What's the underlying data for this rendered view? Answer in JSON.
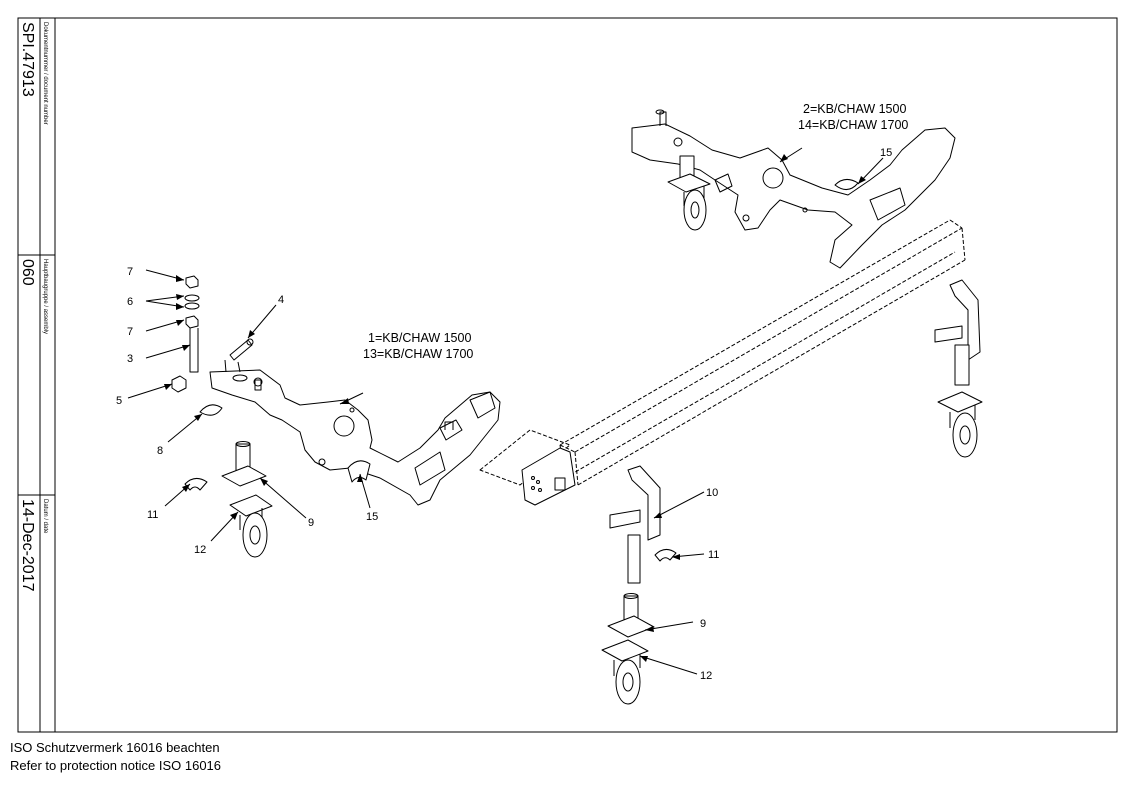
{
  "title_block": {
    "document_number_label": "Dokumentnummer / document number",
    "document_number": "SPI.47913",
    "assembly_label": "Hauptbaugruppe / assembly",
    "assembly": "060",
    "date_label": "Datum / date",
    "date": "14-Dec-2017"
  },
  "designations": {
    "left_line1": "1=KB/CHAW 1500",
    "left_line2": "13=KB/CHAW 1700",
    "right_line1": "2=KB/CHAW 1500",
    "right_line2": "14=KB/CHAW 1700"
  },
  "callouts": {
    "n7a": "7",
    "n6": "6",
    "n7b": "7",
    "n4": "4",
    "n3": "3",
    "n5": "5",
    "n8": "8",
    "n11a": "11",
    "n9a": "9",
    "n12a": "12",
    "n15a": "15",
    "n15b": "15",
    "n10": "10",
    "n11b": "11",
    "n9b": "9",
    "n12b": "12"
  },
  "footer": {
    "line1": "ISO Schutzvermerk 16016 beachten",
    "line2": "Refer to protection notice ISO 16016"
  }
}
